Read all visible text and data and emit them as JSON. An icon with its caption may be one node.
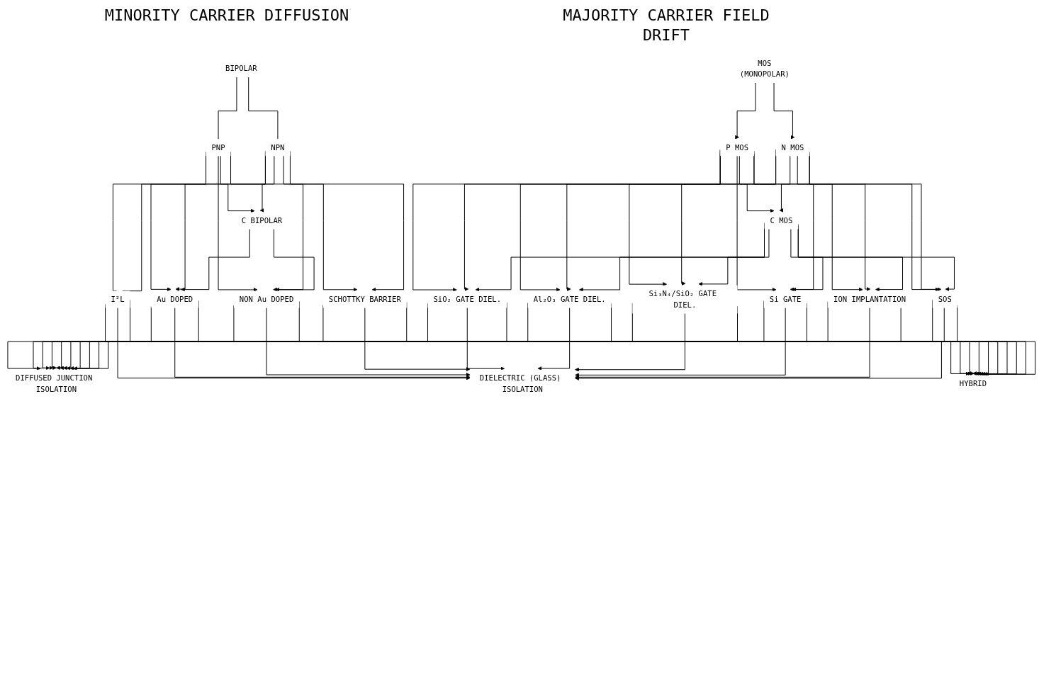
{
  "diagram": {
    "nodes": [
      {
        "text": [
          "BIPOLAR"
        ]
      },
      {
        "text": [
          "MOS",
          "(MONOPOLAR)"
        ]
      },
      {
        "text": [
          "PNP"
        ]
      },
      {
        "text": [
          "NPN"
        ]
      },
      {
        "text": [
          "C BIPOLAR"
        ]
      },
      {
        "text": [
          "P MOS"
        ]
      },
      {
        "text": [
          "N MOS"
        ]
      },
      {
        "text": [
          "C MOS"
        ]
      },
      {
        "text": [
          "I²L"
        ]
      },
      {
        "text": [
          "Au DOPED"
        ]
      },
      {
        "text": [
          "NON Au DOPED"
        ]
      },
      {
        "text": [
          "SCHOTTKY BARRIER"
        ]
      },
      {
        "text": [
          "SiO₂ GATE DIEL."
        ]
      },
      {
        "text": [
          "Al₂O₃ GATE DIEL."
        ]
      },
      {
        "text": [
          "Si₃N₄/SiO₂ GATE DIEL."
        ]
      },
      {
        "text": [
          "Si GATE"
        ]
      },
      {
        "text": [
          "ION IMPLANTATION"
        ]
      },
      {
        "text": [
          "SOS"
        ]
      },
      {
        "text": [
          "DIFFUSED JUNCTION ISOLATION"
        ]
      },
      {
        "text": [
          "DIELECTRIC (GLASS) ISOLATION"
        ]
      },
      {
        "text": [
          "HYBRID"
        ]
      }
    ],
    "edges": [
      {
        "from": 0,
        "to": 2,
        "arrow": "none"
      },
      {
        "from": 0,
        "to": 3,
        "arrow": "none"
      },
      {
        "from": 1,
        "to": 5,
        "arrow": "to"
      },
      {
        "from": 1,
        "to": 6,
        "arrow": "to"
      },
      {
        "from": 2,
        "to": 4,
        "arrow": "to"
      },
      {
        "from": 3,
        "to": 4,
        "arrow": "to"
      },
      {
        "from": 5,
        "to": 7,
        "arrow": "to"
      },
      {
        "from": 6,
        "to": 7,
        "arrow": "to"
      },
      {
        "from": 2,
        "to": 8,
        "arrow": "none"
      },
      {
        "from": 3,
        "to": 8,
        "arrow": "none"
      },
      {
        "from": 2,
        "to": 9,
        "arrow": "to"
      },
      {
        "from": 3,
        "to": 9,
        "arrow": "to"
      },
      {
        "from": 4,
        "to": 9,
        "arrow": "to"
      },
      {
        "from": 2,
        "to": 10,
        "arrow": "to"
      },
      {
        "from": 3,
        "to": 10,
        "arrow": "to"
      },
      {
        "from": 4,
        "to": 10,
        "arrow": "to"
      },
      {
        "from": 2,
        "to": 11,
        "arrow": "to"
      },
      {
        "from": 3,
        "to": 11,
        "arrow": "to"
      },
      {
        "from": 5,
        "to": 12,
        "arrow": "to"
      },
      {
        "from": 6,
        "to": 12,
        "arrow": "to"
      },
      {
        "from": 7,
        "to": 12,
        "arrow": "to"
      },
      {
        "from": 5,
        "to": 13,
        "arrow": "to"
      },
      {
        "from": 6,
        "to": 13,
        "arrow": "to"
      },
      {
        "from": 7,
        "to": 13,
        "arrow": "to"
      },
      {
        "from": 5,
        "to": 14,
        "arrow": "to"
      },
      {
        "from": 6,
        "to": 14,
        "arrow": "to"
      },
      {
        "from": 7,
        "to": 14,
        "arrow": "to"
      },
      {
        "from": 5,
        "to": 15,
        "arrow": "to"
      },
      {
        "from": 6,
        "to": 15,
        "arrow": "to"
      },
      {
        "from": 7,
        "to": 15,
        "arrow": "to"
      },
      {
        "from": 5,
        "to": 16,
        "arrow": "to"
      },
      {
        "from": 6,
        "to": 16,
        "arrow": "to"
      },
      {
        "from": 7,
        "to": 16,
        "arrow": "to"
      },
      {
        "from": 5,
        "to": 17,
        "arrow": "to"
      },
      {
        "from": 6,
        "to": 17,
        "arrow": "to"
      },
      {
        "from": 7,
        "to": 17,
        "arrow": "to"
      },
      {
        "from": 8,
        "to": 18,
        "arrow": "to"
      },
      {
        "from": 8,
        "to": 19,
        "arrow": "to"
      },
      {
        "from": 8,
        "to": 20,
        "arrow": "to"
      },
      {
        "from": 9,
        "to": 18,
        "arrow": "to"
      },
      {
        "from": 9,
        "to": 19,
        "arrow": "to"
      },
      {
        "from": 9,
        "to": 20,
        "arrow": "to"
      },
      {
        "from": 10,
        "to": 18,
        "arrow": "to"
      },
      {
        "from": 10,
        "to": 19,
        "arrow": "to"
      },
      {
        "from": 10,
        "to": 20,
        "arrow": "to"
      },
      {
        "from": 11,
        "to": 18,
        "arrow": "to"
      },
      {
        "from": 11,
        "to": 19,
        "arrow": "to"
      },
      {
        "from": 11,
        "to": 20,
        "arrow": "to"
      },
      {
        "from": 12,
        "to": 18,
        "arrow": "to"
      },
      {
        "from": 12,
        "to": 19,
        "arrow": "to"
      },
      {
        "from": 12,
        "to": 20,
        "arrow": "to"
      },
      {
        "from": 13,
        "to": 18,
        "arrow": "to"
      },
      {
        "from": 13,
        "to": 19,
        "arrow": "to"
      },
      {
        "from": 13,
        "to": 20,
        "arrow": "to"
      },
      {
        "from": 14,
        "to": 18,
        "arrow": "to"
      },
      {
        "from": 14,
        "to": 19,
        "arrow": "to"
      },
      {
        "from": 14,
        "to": 20,
        "arrow": "to"
      },
      {
        "from": 15,
        "to": 18,
        "arrow": "to"
      },
      {
        "from": 15,
        "to": 19,
        "arrow": "to"
      },
      {
        "from": 15,
        "to": 20,
        "arrow": "to"
      },
      {
        "from": 16,
        "to": 18,
        "arrow": "to"
      },
      {
        "from": 16,
        "to": 19,
        "arrow": "to"
      },
      {
        "from": 16,
        "to": 20,
        "arrow": "to"
      },
      {
        "from": 17,
        "to": 18,
        "arrow": "to"
      },
      {
        "from": 17,
        "to": 19,
        "arrow": "to"
      },
      {
        "from": 17,
        "to": 20,
        "arrow": "to"
      }
    ],
    "labels": [
      "MINORITY CARRIER DIFFUSION",
      "MAJORITY CARRIER FIELD DRIFT"
    ]
  }
}
